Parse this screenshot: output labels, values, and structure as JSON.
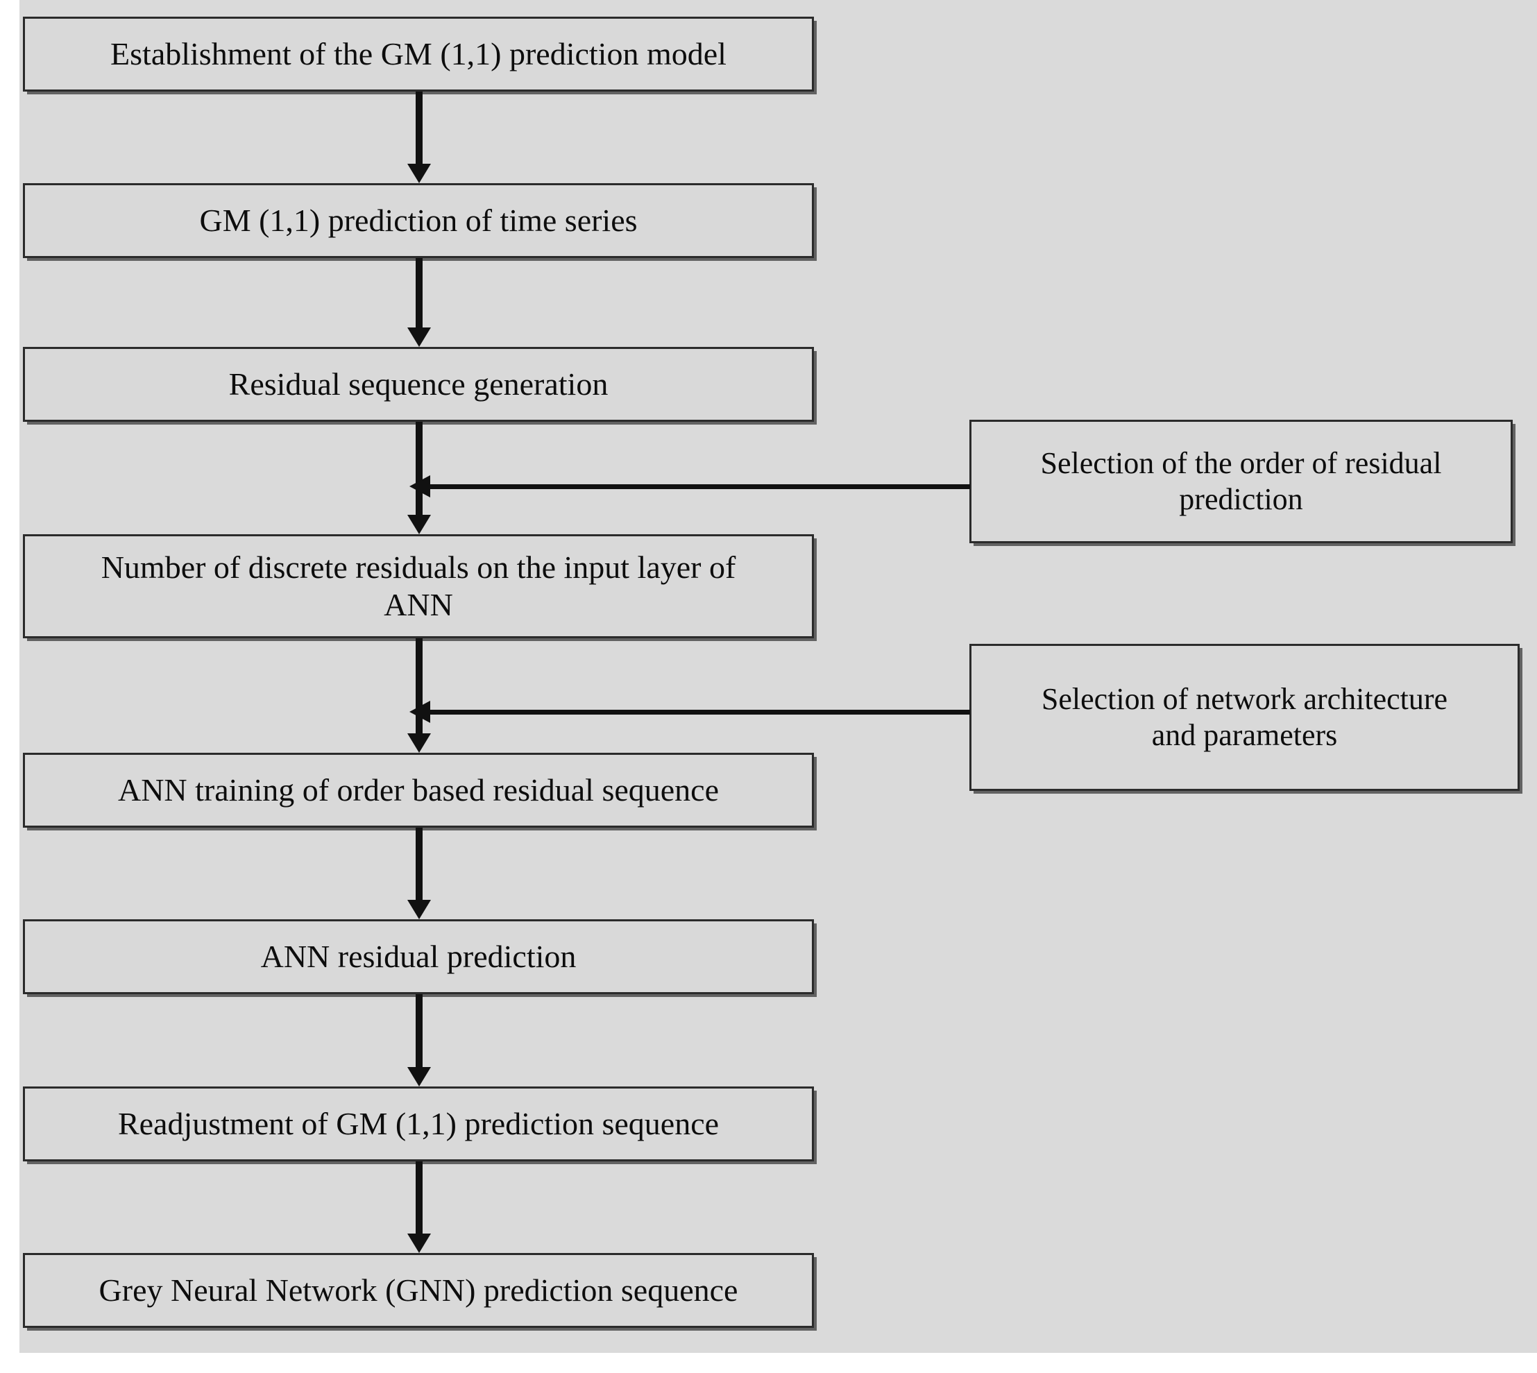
{
  "diagram": {
    "title": "Grey Neural Network (GNN) prediction flowchart",
    "background_color": "#dadada",
    "box_fill_color": "#d9d9d9",
    "box_border_color": "#2b2b2b",
    "arrow_color": "#111111",
    "main_flow": [
      {
        "id": "step-1",
        "label": "Establishment of the GM (1,1) prediction model"
      },
      {
        "id": "step-2",
        "label": "GM (1,1) prediction of time series"
      },
      {
        "id": "step-3",
        "label": "Residual sequence generation"
      },
      {
        "id": "step-4",
        "label": "Number of discrete residuals on the input layer of\nANN"
      },
      {
        "id": "step-5",
        "label": "ANN  training of order based residual sequence"
      },
      {
        "id": "step-6",
        "label": "ANN residual prediction"
      },
      {
        "id": "step-7",
        "label": "Readjustment of GM (1,1) prediction sequence"
      },
      {
        "id": "step-8",
        "label": "Grey Neural Network (GNN) prediction sequence"
      }
    ],
    "side_inputs": [
      {
        "id": "side-1",
        "label": "Selection of the order of residual\nprediction",
        "targets": "step-4"
      },
      {
        "id": "side-2",
        "label": "Selection of network architecture\nand parameters",
        "targets": "step-5"
      }
    ],
    "connector_labels": {
      "vertical": "flow-arrow-down",
      "horizontal": "input-arrow-left"
    }
  }
}
